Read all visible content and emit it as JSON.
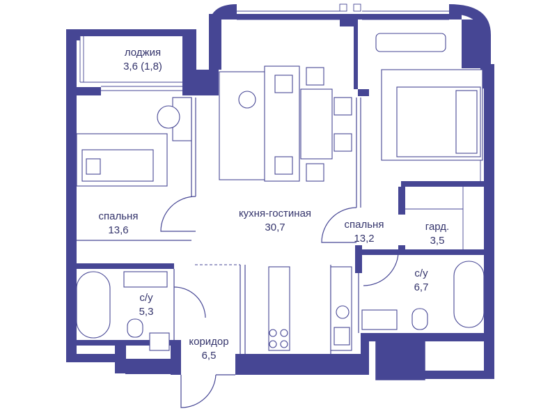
{
  "rooms": {
    "loggia": {
      "name": "лоджия",
      "area": "3,6 (1,8)"
    },
    "bedroom1": {
      "name": "спальня",
      "area": "13,6"
    },
    "kitchen": {
      "name": "кухня-гостиная",
      "area": "30,7"
    },
    "bedroom2": {
      "name": "спальня",
      "area": "13,2"
    },
    "wardrobe": {
      "name": "гард.",
      "area": "3,5"
    },
    "bath1": {
      "name": "с/у",
      "area": "5,3"
    },
    "bath2": {
      "name": "с/у",
      "area": "6,7"
    },
    "corridor": {
      "name": "коридор",
      "area": "6,5"
    }
  },
  "colors": {
    "wall": "#464694",
    "text": "#33336b",
    "background": "#ffffff"
  }
}
